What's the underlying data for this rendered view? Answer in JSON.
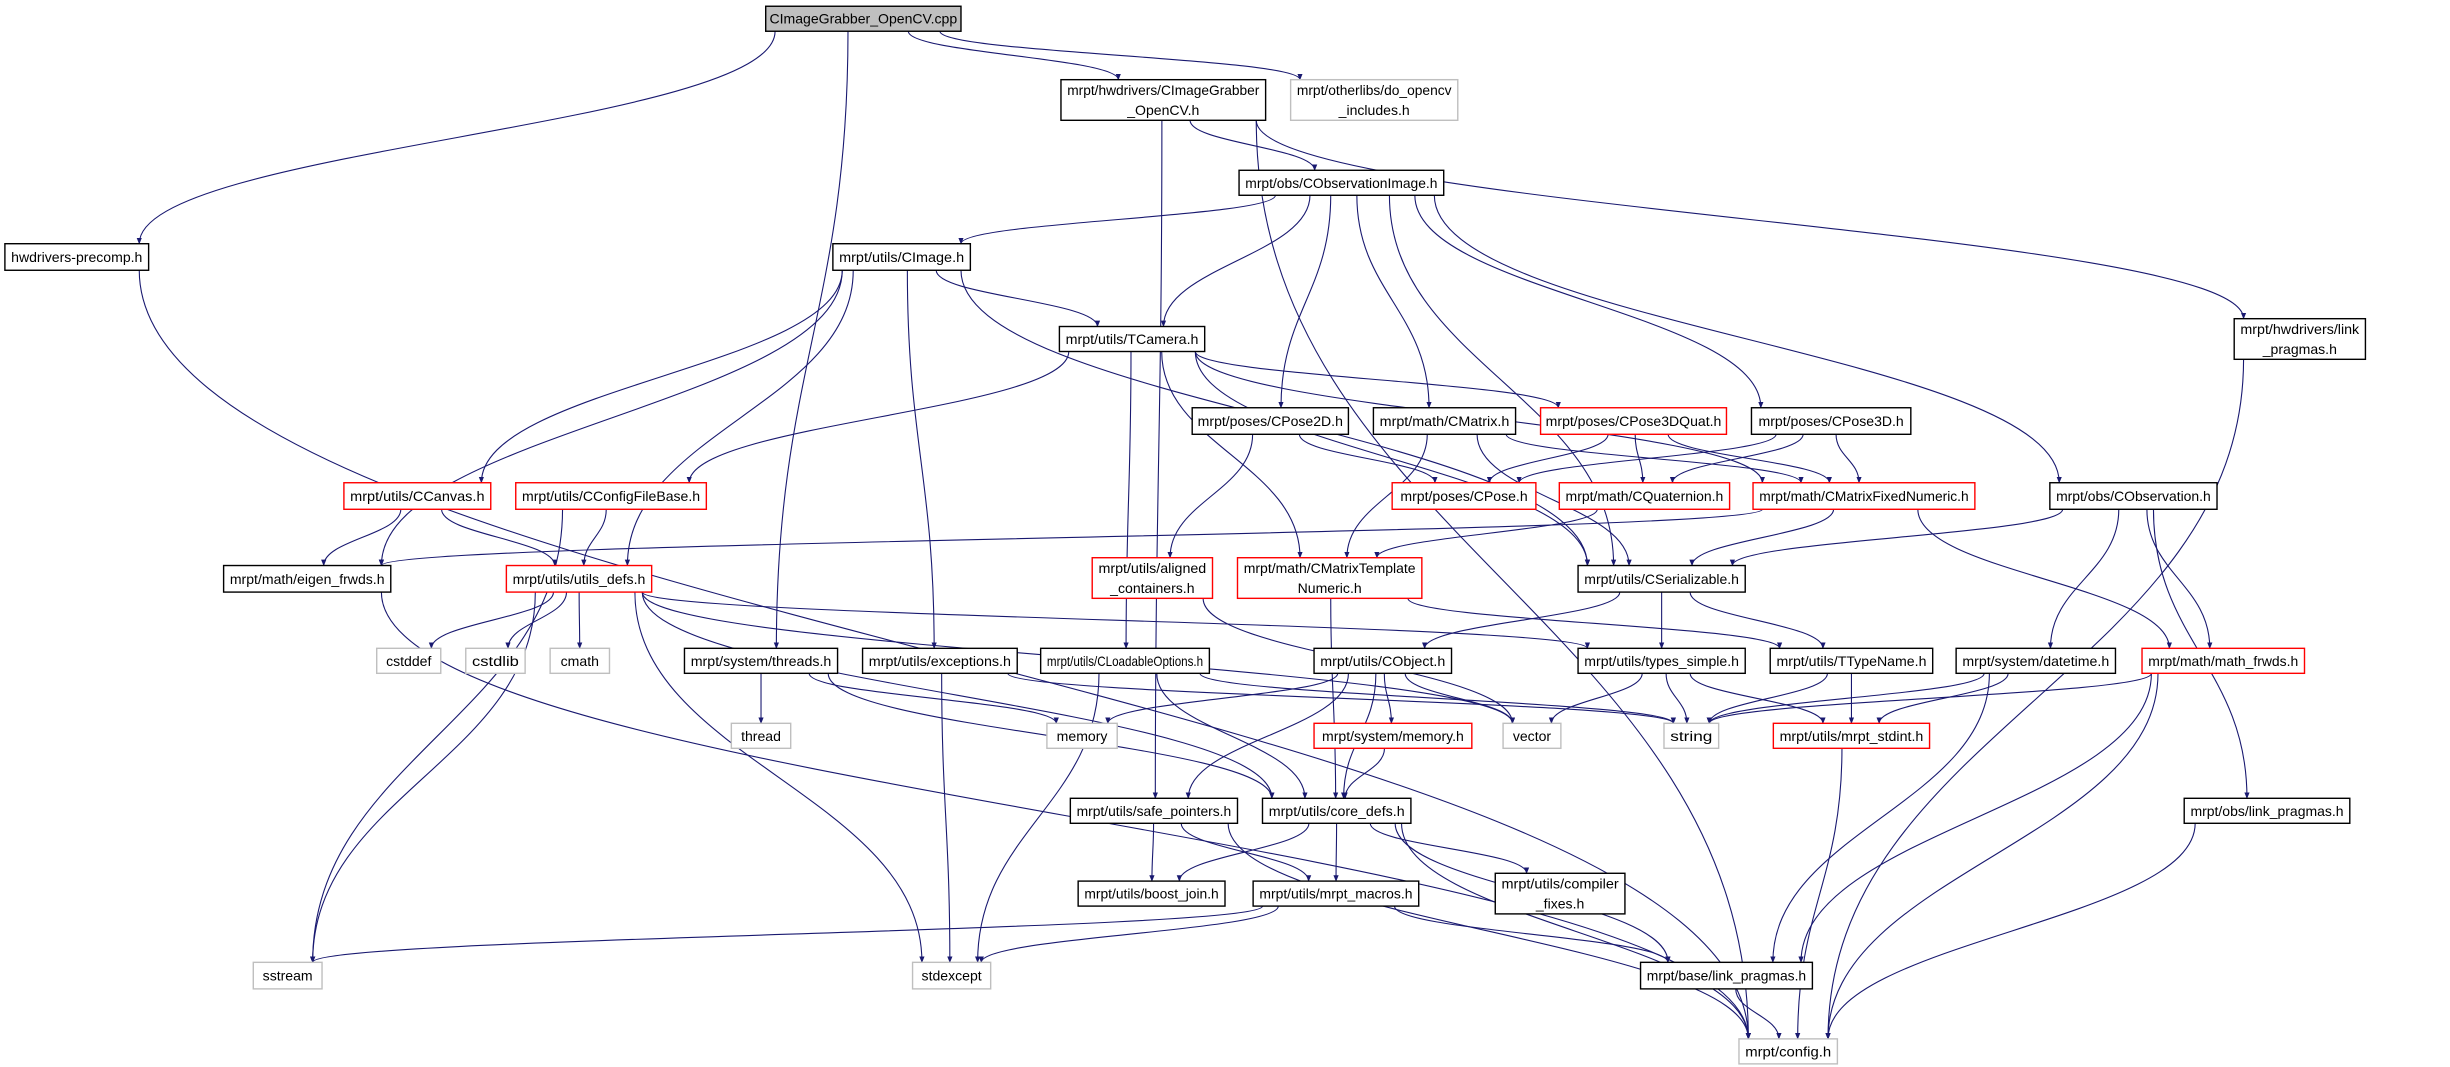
{
  "title": "CImageGrabber_OpenCV.cpp include dependency graph",
  "colors": {
    "edge": "#191970",
    "root_fill": "#bfbfbf",
    "missing_doc_border": "#ff0000",
    "external_border": "#bfbfbf"
  },
  "nodes": [
    {
      "id": "cpp",
      "lines": [
        "CImageGrabber_OpenCV.cpp"
      ],
      "kind": "root"
    },
    {
      "id": "cig",
      "lines": [
        "mrpt/hwdrivers/CImageGrabber",
        "_OpenCV.h"
      ],
      "kind": "normal"
    },
    {
      "id": "doc",
      "lines": [
        "mrpt/otherlibs/do_opencv",
        "_includes.h"
      ],
      "kind": "ext"
    },
    {
      "id": "coi",
      "lines": [
        "mrpt/obs/CObservationImage.h"
      ],
      "kind": "normal"
    },
    {
      "id": "pre",
      "lines": [
        "hwdrivers-precomp.h"
      ],
      "kind": "normal"
    },
    {
      "id": "cim",
      "lines": [
        "mrpt/utils/CImage.h"
      ],
      "kind": "normal"
    },
    {
      "id": "tcam",
      "lines": [
        "mrpt/utils/TCamera.h"
      ],
      "kind": "normal"
    },
    {
      "id": "hlp",
      "lines": [
        "mrpt/hwdrivers/link",
        "_pragmas.h"
      ],
      "kind": "normal"
    },
    {
      "id": "cp2",
      "lines": [
        "mrpt/poses/CPose2D.h"
      ],
      "kind": "normal"
    },
    {
      "id": "cmat",
      "lines": [
        "mrpt/math/CMatrix.h"
      ],
      "kind": "normal"
    },
    {
      "id": "cp3q",
      "lines": [
        "mrpt/poses/CPose3DQuat.h"
      ],
      "kind": "red"
    },
    {
      "id": "cp3",
      "lines": [
        "mrpt/poses/CPose3D.h"
      ],
      "kind": "normal"
    },
    {
      "id": "ccan",
      "lines": [
        "mrpt/utils/CCanvas.h"
      ],
      "kind": "red"
    },
    {
      "id": "ccfg",
      "lines": [
        "mrpt/utils/CConfigFileBase.h"
      ],
      "kind": "red"
    },
    {
      "id": "cpose",
      "lines": [
        "mrpt/poses/CPose.h"
      ],
      "kind": "red"
    },
    {
      "id": "cquat",
      "lines": [
        "mrpt/math/CQuaternion.h"
      ],
      "kind": "red"
    },
    {
      "id": "cmfn",
      "lines": [
        "mrpt/math/CMatrixFixedNumeric.h"
      ],
      "kind": "red"
    },
    {
      "id": "cobs",
      "lines": [
        "mrpt/obs/CObservation.h"
      ],
      "kind": "normal"
    },
    {
      "id": "eig",
      "lines": [
        "mrpt/math/eigen_frwds.h"
      ],
      "kind": "normal"
    },
    {
      "id": "udefs",
      "lines": [
        "mrpt/utils/utils_defs.h"
      ],
      "kind": "red"
    },
    {
      "id": "alig",
      "lines": [
        "mrpt/utils/aligned",
        "_containers.h"
      ],
      "kind": "red"
    },
    {
      "id": "cmtn",
      "lines": [
        "mrpt/math/CMatrixTemplate",
        "Numeric.h"
      ],
      "kind": "red"
    },
    {
      "id": "cser",
      "lines": [
        "mrpt/utils/CSerializable.h"
      ],
      "kind": "normal"
    },
    {
      "id": "cstddef",
      "lines": [
        "cstddef"
      ],
      "kind": "ext"
    },
    {
      "id": "cstdlib",
      "lines": [
        "cstdlib"
      ],
      "kind": "ext"
    },
    {
      "id": "cmath",
      "lines": [
        "cmath"
      ],
      "kind": "ext"
    },
    {
      "id": "thr",
      "lines": [
        "mrpt/system/threads.h"
      ],
      "kind": "normal"
    },
    {
      "id": "exc",
      "lines": [
        "mrpt/utils/exceptions.h"
      ],
      "kind": "normal"
    },
    {
      "id": "clo",
      "lines": [
        "mrpt/utils/CLoadableOptions.h"
      ],
      "kind": "normal"
    },
    {
      "id": "cobj",
      "lines": [
        "mrpt/utils/CObject.h"
      ],
      "kind": "normal"
    },
    {
      "id": "types",
      "lines": [
        "mrpt/utils/types_simple.h"
      ],
      "kind": "normal"
    },
    {
      "id": "ttn",
      "lines": [
        "mrpt/utils/TTypeName.h"
      ],
      "kind": "normal"
    },
    {
      "id": "dt",
      "lines": [
        "mrpt/system/datetime.h"
      ],
      "kind": "normal"
    },
    {
      "id": "mfw",
      "lines": [
        "mrpt/math/math_frwds.h"
      ],
      "kind": "red"
    },
    {
      "id": "thread",
      "lines": [
        "thread"
      ],
      "kind": "ext"
    },
    {
      "id": "memory",
      "lines": [
        "memory"
      ],
      "kind": "ext"
    },
    {
      "id": "smem",
      "lines": [
        "mrpt/system/memory.h"
      ],
      "kind": "red"
    },
    {
      "id": "vector",
      "lines": [
        "vector"
      ],
      "kind": "ext"
    },
    {
      "id": "string",
      "lines": [
        "string"
      ],
      "kind": "ext"
    },
    {
      "id": "stdint",
      "lines": [
        "mrpt/utils/mrpt_stdint.h"
      ],
      "kind": "red"
    },
    {
      "id": "safe",
      "lines": [
        "mrpt/utils/safe_pointers.h"
      ],
      "kind": "normal"
    },
    {
      "id": "core",
      "lines": [
        "mrpt/utils/core_defs.h"
      ],
      "kind": "normal"
    },
    {
      "id": "olp",
      "lines": [
        "mrpt/obs/link_pragmas.h"
      ],
      "kind": "normal"
    },
    {
      "id": "boost",
      "lines": [
        "mrpt/utils/boost_join.h"
      ],
      "kind": "normal"
    },
    {
      "id": "macros",
      "lines": [
        "mrpt/utils/mrpt_macros.h"
      ],
      "kind": "normal"
    },
    {
      "id": "cfix",
      "lines": [
        "mrpt/utils/compiler",
        "_fixes.h"
      ],
      "kind": "normal"
    },
    {
      "id": "blp",
      "lines": [
        "mrpt/base/link_pragmas.h"
      ],
      "kind": "normal"
    },
    {
      "id": "sstream",
      "lines": [
        "sstream"
      ],
      "kind": "ext"
    },
    {
      "id": "stdexc",
      "lines": [
        "stdexcept"
      ],
      "kind": "ext"
    },
    {
      "id": "config",
      "lines": [
        "mrpt/config.h"
      ],
      "kind": "ext"
    }
  ],
  "edges": [
    [
      "cpp",
      "pre"
    ],
    [
      "cpp",
      "cig"
    ],
    [
      "cpp",
      "doc"
    ],
    [
      "cpp",
      "thr"
    ],
    [
      "cig",
      "coi"
    ],
    [
      "cig",
      "safe"
    ],
    [
      "cig",
      "hlp"
    ],
    [
      "cig",
      "config"
    ],
    [
      "pre",
      "config"
    ],
    [
      "coi",
      "cim"
    ],
    [
      "coi",
      "tcam"
    ],
    [
      "coi",
      "cp2"
    ],
    [
      "coi",
      "cmat"
    ],
    [
      "coi",
      "cp3"
    ],
    [
      "coi",
      "cser"
    ],
    [
      "coi",
      "cobs"
    ],
    [
      "cim",
      "tcam"
    ],
    [
      "cim",
      "eig"
    ],
    [
      "cim",
      "ccan"
    ],
    [
      "cim",
      "udefs"
    ],
    [
      "cim",
      "exc"
    ],
    [
      "cim",
      "cser"
    ],
    [
      "tcam",
      "ccfg"
    ],
    [
      "tcam",
      "clo"
    ],
    [
      "tcam",
      "cmtn"
    ],
    [
      "tcam",
      "cser"
    ],
    [
      "tcam",
      "cp3q"
    ],
    [
      "tcam",
      "cmfn"
    ],
    [
      "cp2",
      "cpose"
    ],
    [
      "cp2",
      "alig"
    ],
    [
      "cmat",
      "cmtn"
    ],
    [
      "cmat",
      "cser"
    ],
    [
      "cmat",
      "cmfn"
    ],
    [
      "cp3q",
      "cpose"
    ],
    [
      "cp3q",
      "cquat"
    ],
    [
      "cp3q",
      "cmfn"
    ],
    [
      "cp3",
      "cpose"
    ],
    [
      "cp3",
      "cquat"
    ],
    [
      "cp3",
      "cmfn"
    ],
    [
      "ccan",
      "eig"
    ],
    [
      "ccan",
      "udefs"
    ],
    [
      "ccfg",
      "udefs"
    ],
    [
      "ccfg",
      "sstream"
    ],
    [
      "cquat",
      "cmtn"
    ],
    [
      "cmfn",
      "eig"
    ],
    [
      "cmfn",
      "cser"
    ],
    [
      "cmfn",
      "mfw"
    ],
    [
      "cobs",
      "cser"
    ],
    [
      "cobs",
      "dt"
    ],
    [
      "cobs",
      "mfw"
    ],
    [
      "cobs",
      "olp"
    ],
    [
      "eig",
      "config"
    ],
    [
      "udefs",
      "cstddef"
    ],
    [
      "udefs",
      "cstdlib"
    ],
    [
      "udefs",
      "cmath"
    ],
    [
      "udefs",
      "sstream"
    ],
    [
      "udefs",
      "stdexc"
    ],
    [
      "udefs",
      "core"
    ],
    [
      "udefs",
      "types"
    ],
    [
      "udefs",
      "vector"
    ],
    [
      "alig",
      "vector"
    ],
    [
      "cmtn",
      "core"
    ],
    [
      "cmtn",
      "ttn"
    ],
    [
      "cser",
      "cobj"
    ],
    [
      "cser",
      "types"
    ],
    [
      "cser",
      "ttn"
    ],
    [
      "thr",
      "thread"
    ],
    [
      "thr",
      "memory"
    ],
    [
      "thr",
      "core"
    ],
    [
      "exc",
      "stdexc"
    ],
    [
      "exc",
      "string"
    ],
    [
      "clo",
      "stdexc"
    ],
    [
      "clo",
      "core"
    ],
    [
      "clo",
      "string"
    ],
    [
      "cobj",
      "memory"
    ],
    [
      "cobj",
      "safe"
    ],
    [
      "cobj",
      "smem"
    ],
    [
      "cobj",
      "vector"
    ],
    [
      "cobj",
      "core"
    ],
    [
      "types",
      "vector"
    ],
    [
      "types",
      "string"
    ],
    [
      "types",
      "stdint"
    ],
    [
      "ttn",
      "string"
    ],
    [
      "ttn",
      "stdint"
    ],
    [
      "dt",
      "string"
    ],
    [
      "dt",
      "stdint"
    ],
    [
      "dt",
      "blp"
    ],
    [
      "mfw",
      "string"
    ],
    [
      "mfw",
      "blp"
    ],
    [
      "mfw",
      "config"
    ],
    [
      "smem",
      "core"
    ],
    [
      "safe",
      "boost"
    ],
    [
      "safe",
      "macros"
    ],
    [
      "safe",
      "config"
    ],
    [
      "core",
      "boost"
    ],
    [
      "core",
      "macros"
    ],
    [
      "core",
      "cfix"
    ],
    [
      "core",
      "blp"
    ],
    [
      "core",
      "config"
    ],
    [
      "macros",
      "sstream"
    ],
    [
      "macros",
      "stdexc"
    ],
    [
      "macros",
      "blp"
    ],
    [
      "stdint",
      "config"
    ],
    [
      "olp",
      "config"
    ],
    [
      "blp",
      "config"
    ],
    [
      "hlp",
      "config"
    ]
  ]
}
